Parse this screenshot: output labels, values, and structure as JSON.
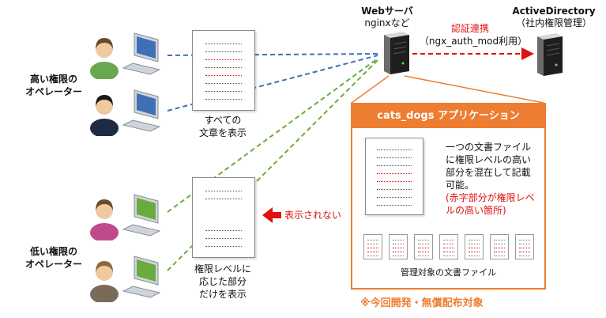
{
  "left_groups": {
    "high": {
      "line1": "高い権限の",
      "line2": "オペレーター"
    },
    "low": {
      "line1": "低い権限の",
      "line2": "オペレーター"
    }
  },
  "docs": {
    "all_label": {
      "line1": "すべての",
      "line2": "文章を表示"
    },
    "partial_label": {
      "line1": "権限レベルに",
      "line2": "応じた部分",
      "line3": "だけを表示"
    }
  },
  "web_server": {
    "title": "Webサーバ",
    "subtitle": "nginxなど"
  },
  "auth": {
    "label": "認証連携",
    "detail": "（ngx_auth_mod利用）"
  },
  "ad": {
    "title": "ActiveDirectory",
    "subtitle": "（社内権限管理）"
  },
  "hidden_label": "表示されない",
  "app": {
    "title": "cats_dogs アプリケーション",
    "desc": [
      "一つの文書ファイル",
      "に権限レベルの高い",
      "部分を混在して記載",
      "可能。"
    ],
    "note": [
      "(赤字部分が権限レベ",
      "ルの高い箇所)"
    ],
    "managed_label": "管理対象の文書ファイル"
  },
  "footer_note": "※今回開発・無償配布対象",
  "colors": {
    "blue": "#3f6fb6",
    "green": "#6aab3f",
    "red": "#e01010",
    "orange": "#ed7d31",
    "footer": "#ed7d31"
  }
}
